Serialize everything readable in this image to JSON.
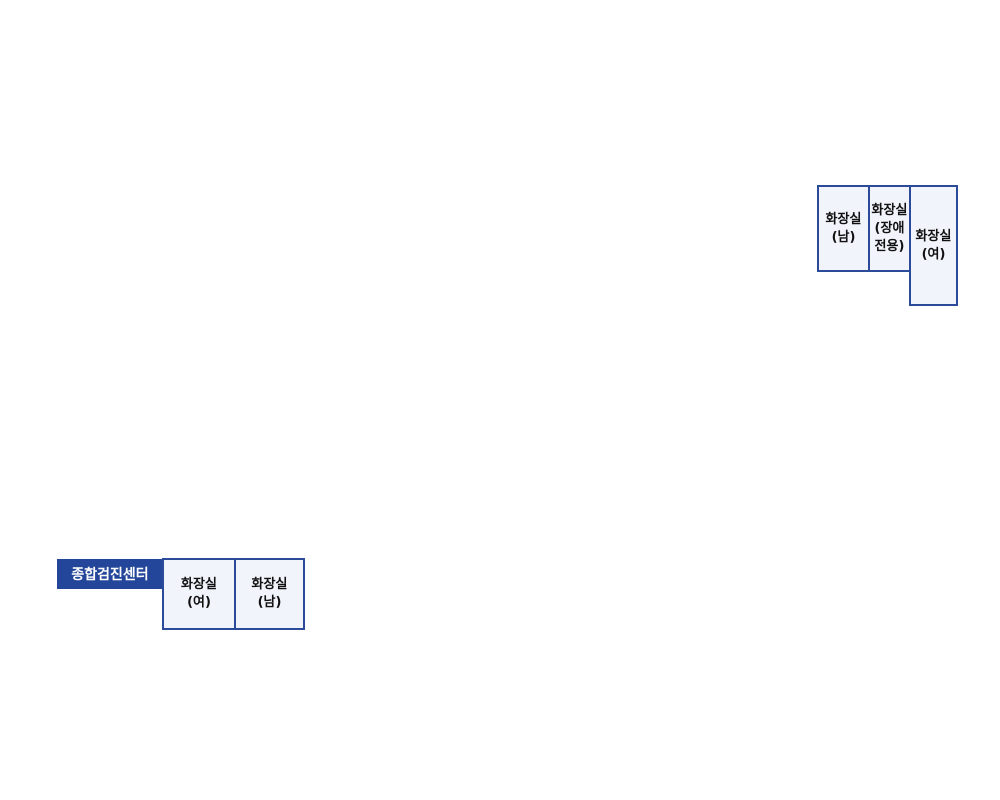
{
  "top_right_group": {
    "restroom_men": "화장실\n(남)",
    "restroom_accessible": "화장실\n(장애\n전용)",
    "restroom_women": "화장실\n(여)"
  },
  "bottom_left_group": {
    "center_name": "종합검진센터",
    "restroom_women": "화장실\n(여)",
    "restroom_men": "화장실\n(남)"
  },
  "colors": {
    "wall": "#2b4a9a",
    "room_fill": "#f2f4fb",
    "label_bg": "#24469a"
  }
}
